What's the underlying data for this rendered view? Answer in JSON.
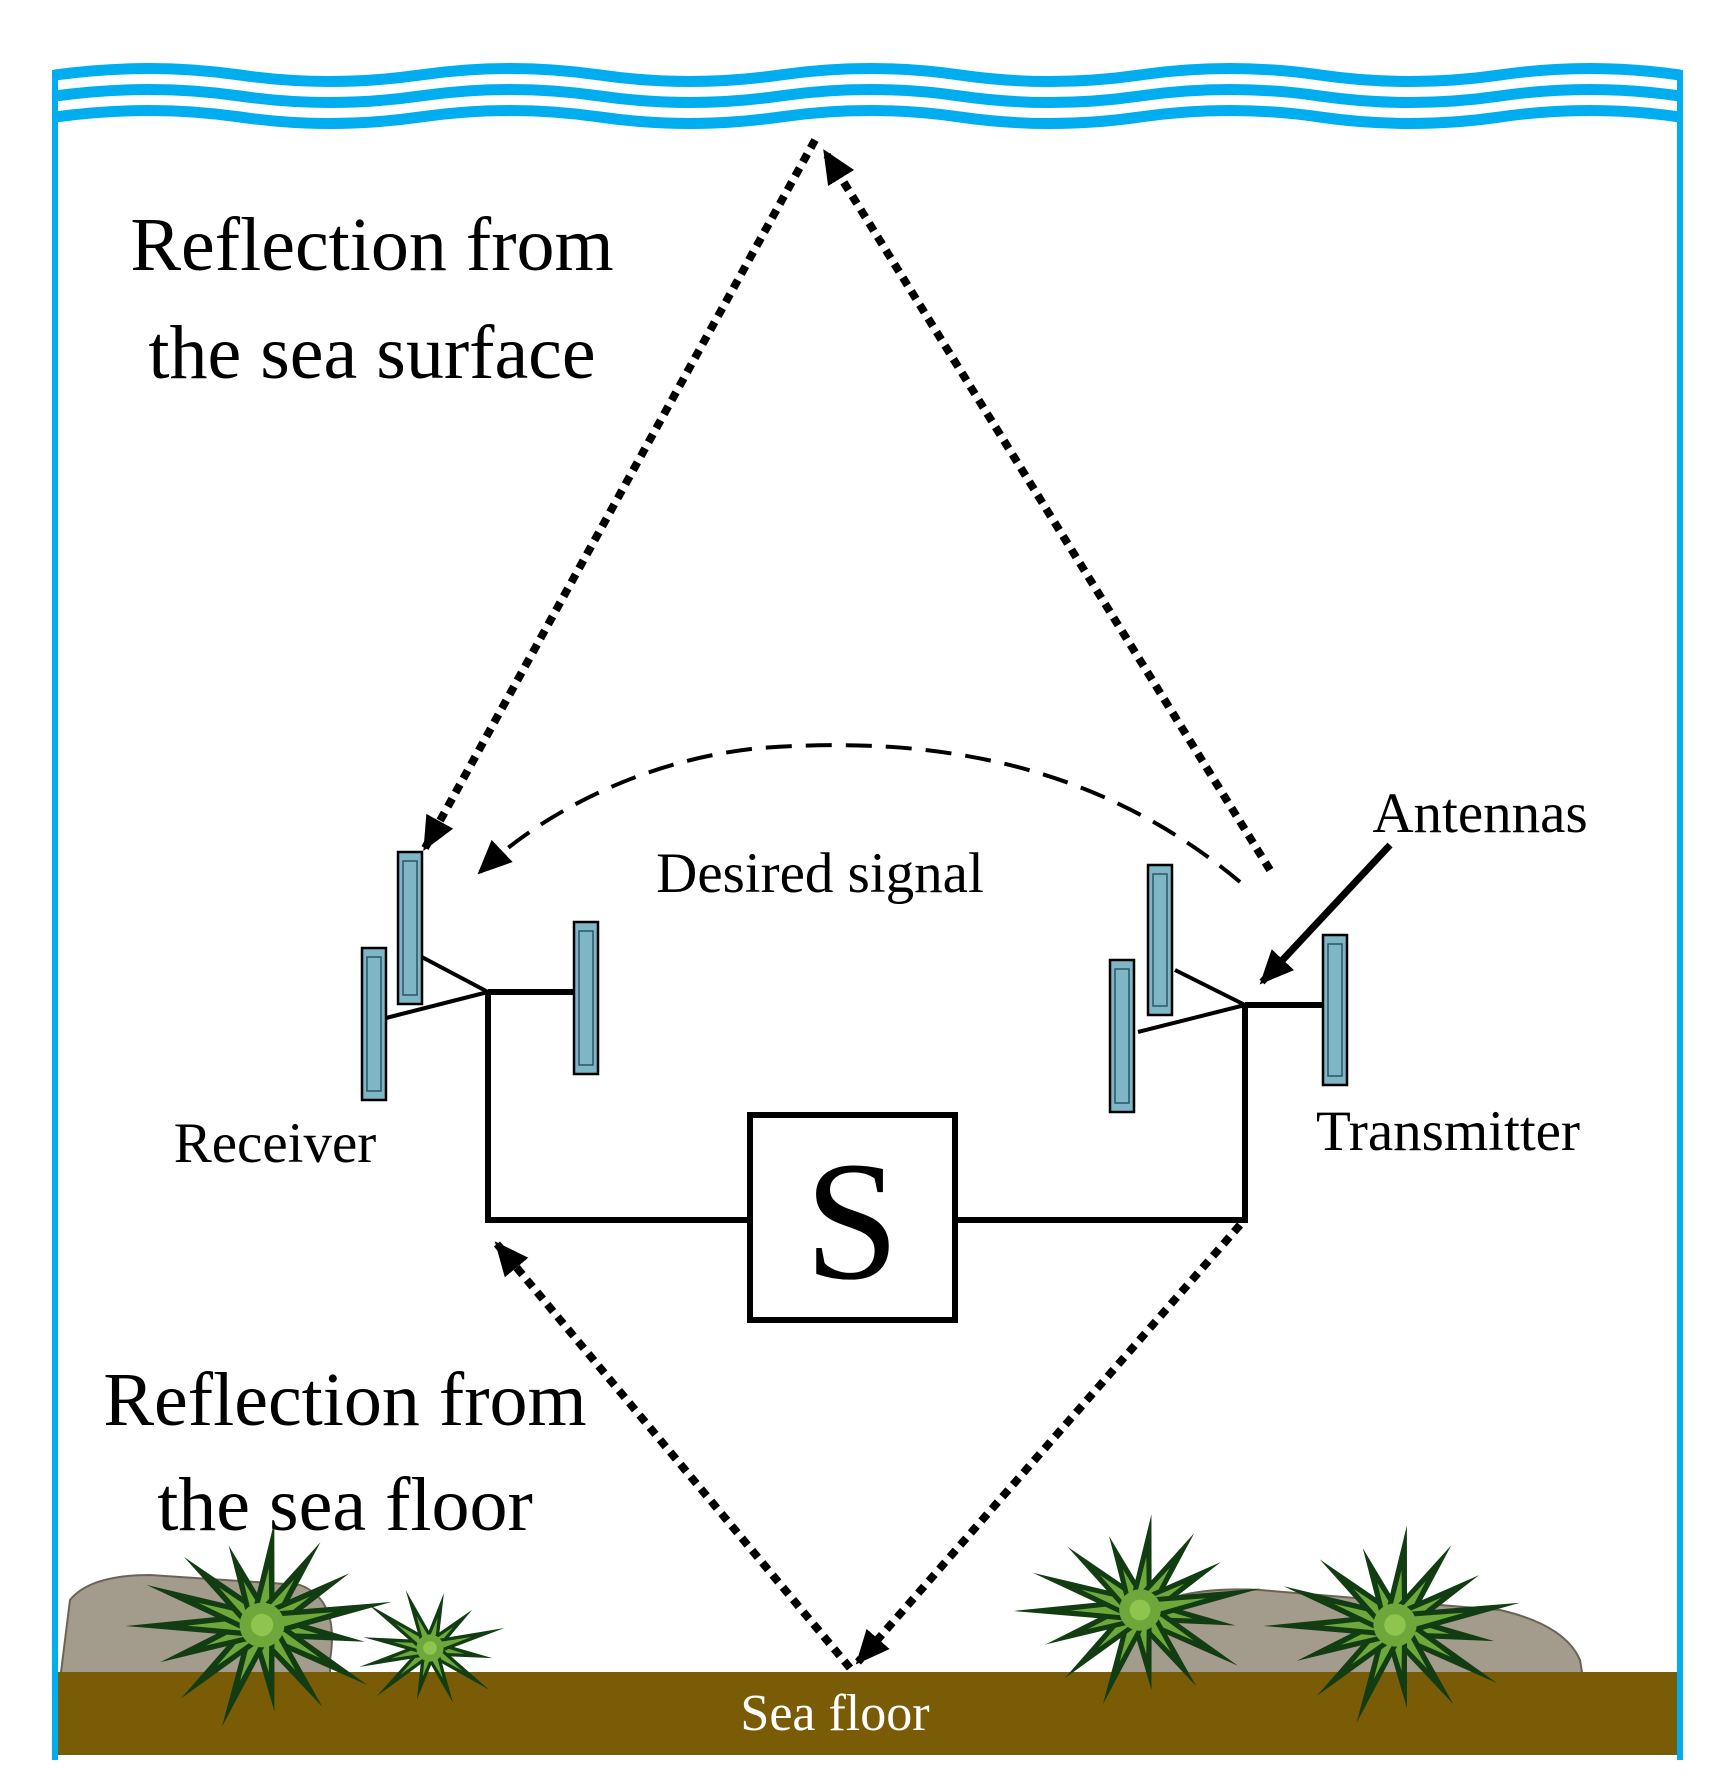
{
  "labels": {
    "surface_reflection_1": "Reflection from",
    "surface_reflection_2": "the sea surface",
    "floor_reflection_1": "Reflection from",
    "floor_reflection_2": "the sea floor",
    "desired_signal": "Desired signal",
    "antennas": "Antennas",
    "receiver": "Receiver",
    "transmitter": "Transmitter",
    "switch_box": "S",
    "sea_floor": "Sea floor"
  },
  "colors": {
    "water_line": "#00AEEF",
    "antenna_fill": "#7FB6C6",
    "sea_floor": "#7A5C06",
    "rock": "#A39B8B",
    "plant_dark": "#123D12",
    "plant_light": "#6EA83A",
    "line": "#000000"
  }
}
